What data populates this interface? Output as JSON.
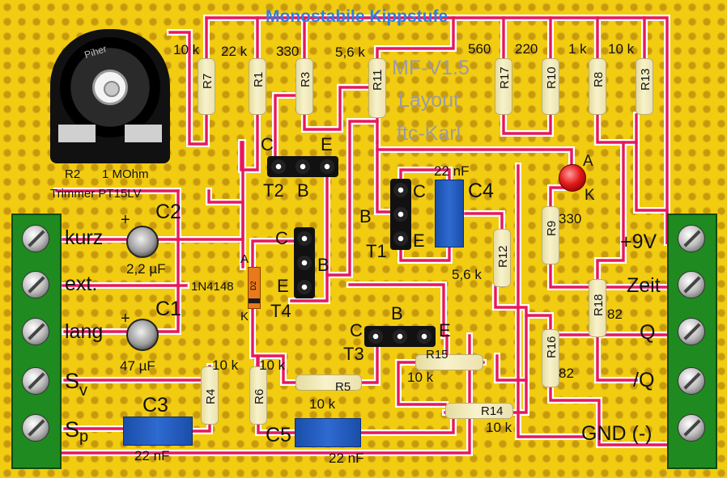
{
  "title": "Monostabile Kippstufe",
  "watermark": {
    "line1": "MF-V1.5",
    "line2": "Layout",
    "line3": "ftc-Karl"
  },
  "colors": {
    "board": "#f2cc10",
    "trace": "#e6185c",
    "trace_edge": "#ffffff",
    "title": "#2f7fe0",
    "terminal": "#1f8a1f",
    "capacitor": "#2f6ad0",
    "led": "#e31b1b"
  },
  "terminals_left": [
    "kurz",
    "ext.",
    "lang",
    "Sv",
    "Sp"
  ],
  "terminals_left_render": {
    "sv_main": "S",
    "sv_sub": "v",
    "sp_main": "S",
    "sp_sub": "p"
  },
  "terminals_right": [
    "+9V",
    "Zeit",
    "Q",
    "/Q",
    "GND (-)"
  ],
  "resistors": {
    "R1": {
      "ref": "R1",
      "value": "22 k"
    },
    "R2": {
      "ref": "R2",
      "value": "1 MOhm",
      "type": "Trimmer PT15LV"
    },
    "R3": {
      "ref": "R3",
      "value": "330"
    },
    "R4": {
      "ref": "R4",
      "value": "10 k"
    },
    "R5": {
      "ref": "R5",
      "value": "10 k"
    },
    "R6": {
      "ref": "R6",
      "value": "10 k"
    },
    "R7": {
      "ref": "R7",
      "value": "10 k"
    },
    "R8": {
      "ref": "R8",
      "value": "1 k"
    },
    "R9": {
      "ref": "R9",
      "value": "330"
    },
    "R10": {
      "ref": "R10",
      "value": "220"
    },
    "R11": {
      "ref": "R11",
      "value": "5,6 k"
    },
    "R12": {
      "ref": "R12",
      "value": "5,6 k"
    },
    "R13": {
      "ref": "R13",
      "value": "10 k"
    },
    "R14": {
      "ref": "R14",
      "value": "10 k"
    },
    "R15": {
      "ref": "R15",
      "value": "10 k"
    },
    "R16": {
      "ref": "R16",
      "value": "82"
    },
    "R17": {
      "ref": "R17",
      "value": "560"
    },
    "R18": {
      "ref": "R18",
      "value": "82"
    }
  },
  "capacitors": {
    "C1": {
      "ref": "C1",
      "value": "47 µF"
    },
    "C2": {
      "ref": "C2",
      "value": "2,2 µF"
    },
    "C3": {
      "ref": "C3",
      "value": "22 nF"
    },
    "C4": {
      "ref": "C4",
      "value": "22 nF"
    },
    "C5": {
      "ref": "C5",
      "value": "22 nF"
    }
  },
  "transistors": {
    "T1": {
      "ref": "T1",
      "c": "C",
      "b": "B",
      "e": "E"
    },
    "T2": {
      "ref": "T2",
      "c": "C",
      "b": "B",
      "e": "E"
    },
    "T3": {
      "ref": "T3",
      "c": "C",
      "b": "B",
      "e": "E"
    },
    "T4": {
      "ref": "T4",
      "c": "C",
      "b": "B",
      "e": "E"
    }
  },
  "diode": {
    "ref": "D2",
    "type": "1N4148",
    "anode": "A",
    "cathode": "K"
  },
  "led": {
    "anode": "A",
    "cathode": "K"
  },
  "trimmer_knob_text": "Piher",
  "polarity_mark": "+"
}
